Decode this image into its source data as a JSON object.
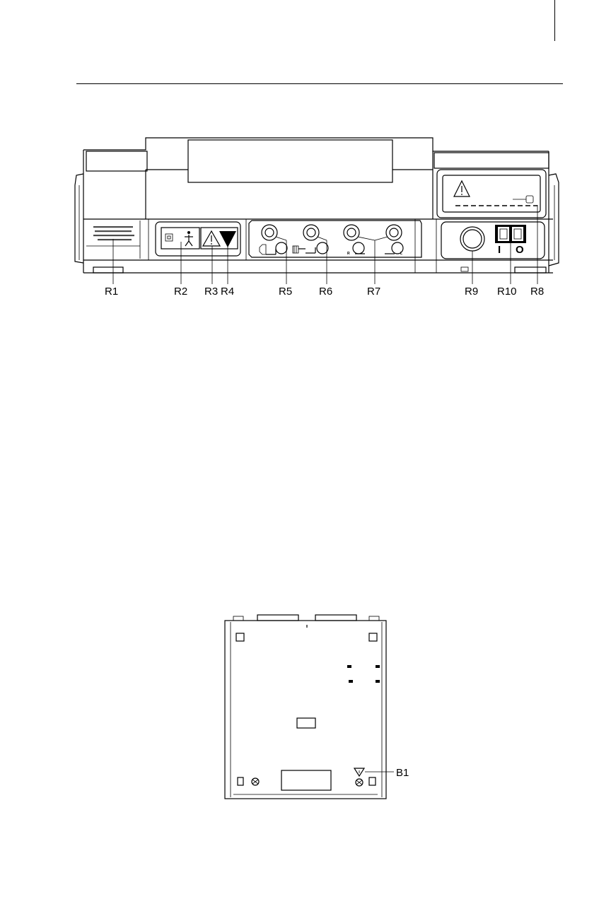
{
  "rear_panel": {
    "callouts": [
      "R1",
      "R2",
      "R3",
      "R4",
      "R5",
      "R6",
      "R7",
      "R9",
      "R10",
      "R8"
    ],
    "jack_letters": {
      "right": "R",
      "left": "L"
    },
    "power_switch_symbols": {
      "on": "I",
      "off": "O"
    }
  },
  "bottom_panel": {
    "callouts": [
      "B1"
    ]
  }
}
